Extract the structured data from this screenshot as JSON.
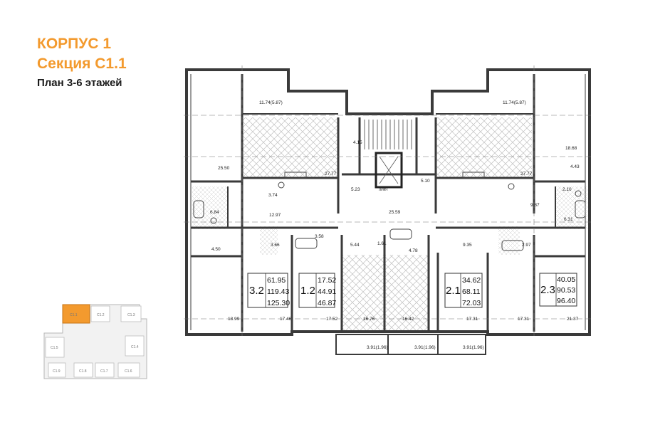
{
  "header": {
    "line1": "КОРПУС 1",
    "line2": "Секция С1.1",
    "line3": "План 3-6 этажей"
  },
  "colors": {
    "accent": "#f39a2e",
    "wall": "#3a3a3a",
    "hatch": "#c8c8c8"
  },
  "apartments": [
    {
      "code": "3.2",
      "v1": "61.95",
      "v2": "119.43",
      "v3": "125.30"
    },
    {
      "code": "1.2",
      "v1": "17.52",
      "v2": "44.91",
      "v3": "46.87"
    },
    {
      "code": "2.1",
      "v1": "34.62",
      "v2": "68.11",
      "v3": "72.03"
    },
    {
      "code": "2.3",
      "v1": "40.05",
      "v2": "90.53",
      "v3": "96.40"
    }
  ],
  "room_labels": [
    "11.74(5.87)",
    "11.74(5.87)",
    "4.15",
    "18.68",
    "25.50",
    "27.77",
    "27.77",
    "4.43",
    "5.23",
    "5.10",
    "2.10",
    "3.74",
    "9.87",
    "6.84",
    "12.97",
    "25.59",
    "6.31",
    "3.58",
    "3.66",
    "5.44",
    "1.61",
    "4.78",
    "9.35",
    "2.97",
    "4.50",
    "18.99",
    "17.46",
    "17.52",
    "16.76",
    "16.42",
    "17.31",
    "17.31",
    "21.37",
    "3.91(1.96)",
    "3.91(1.96)",
    "3.91(1.96)",
    "ЛИФТ"
  ],
  "key_plan": {
    "labels": [
      "С1.1",
      "С1.2",
      "С1.3",
      "С1.4",
      "С1.5",
      "С1.6",
      "С1.7",
      "С1.8",
      "С1.9"
    ]
  }
}
